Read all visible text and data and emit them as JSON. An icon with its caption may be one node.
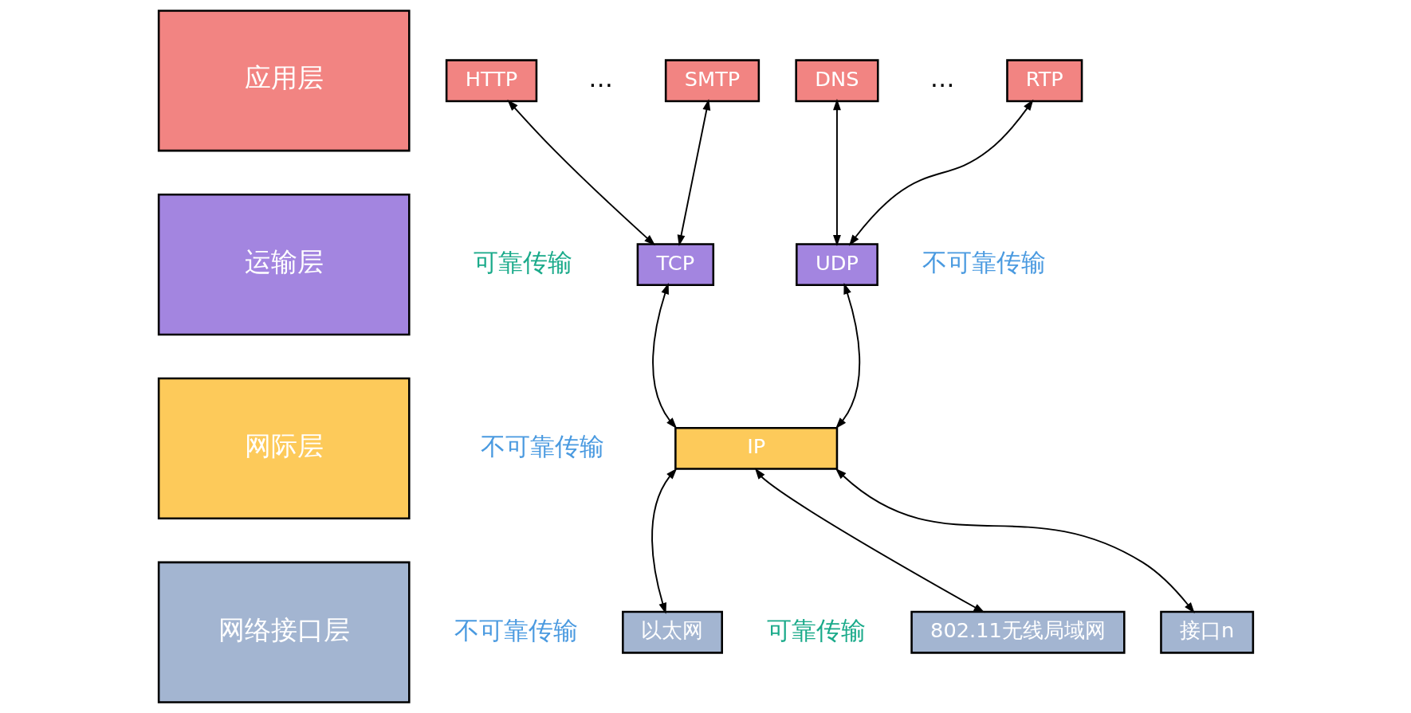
{
  "diagram": {
    "nodes": [
      {
        "text": [
          "应用层"
        ]
      },
      {
        "text": [
          "运输层"
        ]
      },
      {
        "text": [
          "网际层"
        ]
      },
      {
        "text": [
          "网络接口层"
        ]
      },
      {
        "text": [
          "HTTP"
        ]
      },
      {
        "text": [
          "SMTP"
        ]
      },
      {
        "text": [
          "DNS"
        ]
      },
      {
        "text": [
          "RTP"
        ]
      },
      {
        "text": [
          "TCP"
        ]
      },
      {
        "text": [
          "UDP"
        ]
      },
      {
        "text": [
          "IP"
        ]
      },
      {
        "text": [
          "以太网"
        ]
      },
      {
        "text": [
          "802.11无线局域网"
        ]
      },
      {
        "text": [
          "接口n"
        ]
      }
    ],
    "edges": [
      {
        "from": 4,
        "to": 8,
        "arrow": "both"
      },
      {
        "from": 5,
        "to": 8,
        "arrow": "both"
      },
      {
        "from": 6,
        "to": 9,
        "arrow": "both"
      },
      {
        "from": 7,
        "to": 9,
        "arrow": "both"
      },
      {
        "from": 8,
        "to": 10,
        "arrow": "both"
      },
      {
        "from": 9,
        "to": 10,
        "arrow": "both"
      },
      {
        "from": 10,
        "to": 11,
        "arrow": "both"
      },
      {
        "from": 10,
        "to": 12,
        "arrow": "both"
      },
      {
        "from": 10,
        "to": 13,
        "arrow": "both"
      }
    ],
    "labels": [
      "…",
      "…",
      "可靠传输",
      "不可靠传输",
      "不可靠传输",
      "不可靠传输",
      "可靠传输"
    ]
  }
}
